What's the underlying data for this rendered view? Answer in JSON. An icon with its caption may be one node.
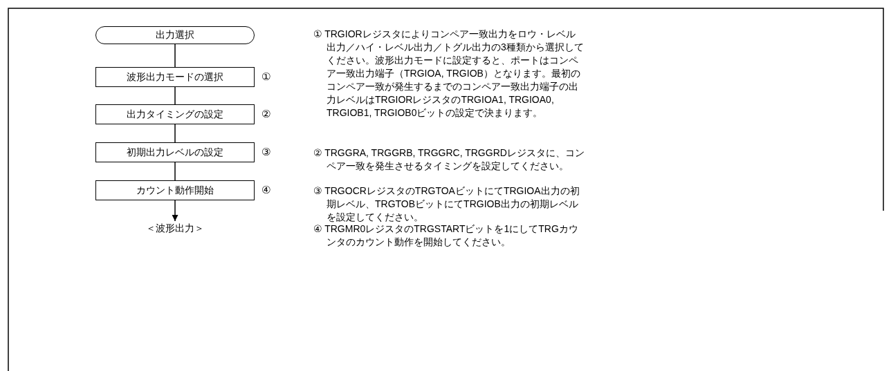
{
  "diagram": {
    "nodes": [
      {
        "text": [
          "出力選択"
        ]
      },
      {
        "text": [
          "波形出力モードの選択"
        ],
        "beside": [
          "①"
        ]
      },
      {
        "text": [
          "出力タイミングの設定"
        ],
        "beside": [
          "②"
        ]
      },
      {
        "text": [
          "初期出力レベルの設定"
        ],
        "beside": [
          "③"
        ]
      },
      {
        "text": [
          "カウント動作開始"
        ],
        "beside": [
          "④"
        ]
      },
      {
        "text": [
          "＜波形出力＞"
        ]
      }
    ],
    "edges": [
      {
        "from": 0,
        "to": 1,
        "arrow": "none"
      },
      {
        "from": 1,
        "to": 2,
        "arrow": "none"
      },
      {
        "from": 2,
        "to": 3,
        "arrow": "none"
      },
      {
        "from": 3,
        "to": 4,
        "arrow": "none"
      },
      {
        "from": 4,
        "to": 5,
        "arrow": "to"
      }
    ],
    "labels": [
      "① TRGIORレジスタによりコンペア一致出力をロウ・レベル出力／ハイ・レベル出力／トグル出力の3種類から選択してください。波形出力モードに設定すると、ポートはコンペア一致出力端子（TRGIOA, TRGIOB）となります。最初のコンペア一致が発生するまでのコンペア一致出力端子の出力レベルはTRGIORレジスタのTRGIOA1, TRGIOA0, TRGIOB1, TRGIOB0ビットの設定で決まります。",
      "② TRGGRA, TRGGRB, TRGGRC, TRGGRDレジスタに、コンペア一致を発生させるタイミングを設定してください。",
      "③ TRGOCRレジスタのTRGTOAビットにてTRGIOA出力の初期レベル、TRGTOBビットにてTRGIOB出力の初期レベルを設定してください。",
      "④ TRGMR0レジスタのTRGSTARTビットを1にしてTRGカウンタのカウント動作を開始してください。"
    ]
  }
}
